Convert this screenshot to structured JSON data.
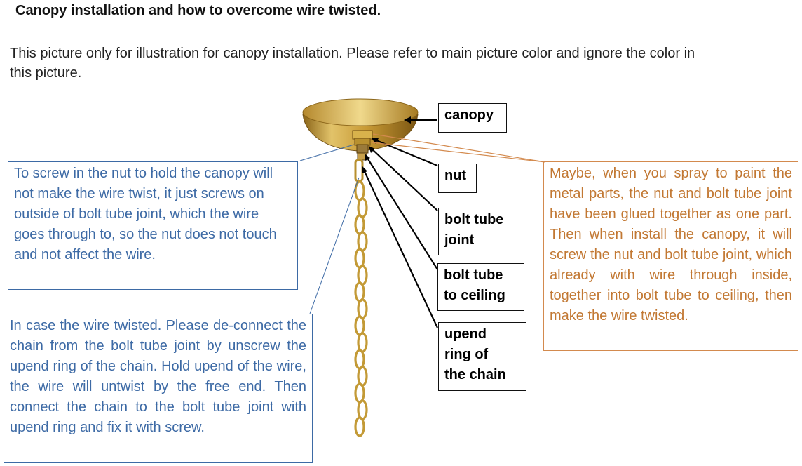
{
  "title": "Canopy installation and how to overcome wire twisted.",
  "intro": "This picture only for illustration for canopy installation. Please refer to main picture color and ignore the color in this picture.",
  "note_nut": "To screw in the nut to hold the canopy will not make the wire twist, it just screws on outside of bolt tube joint, which the wire goes through to, so the nut does not touch and not affect the wire.",
  "note_twisted": "In case the wire twisted. Please de-connect the chain from the bolt tube joint by unscrew the upend ring of the chain. Hold upend of the wire, the wire will untwist by the free end. Then connect the chain to the bolt tube joint with upend ring and fix it with screw.",
  "note_paint": "Maybe, when you spray to paint the metal parts, the nut and bolt tube joint have been glued together as one part.  Then when install the canopy, it will  screw the nut and bolt tube joint, which already with wire through inside, together into bolt tube to ceiling, then make the wire twisted.",
  "labels": {
    "canopy": "canopy",
    "nut": "nut",
    "bolt_tube_joint_1": "bolt tube",
    "bolt_tube_joint_2": "joint",
    "bolt_tube_ceiling_1": "bolt tube",
    "bolt_tube_ceiling_2": "to ceiling",
    "upend_1": "upend",
    "upend_2": "ring of",
    "upend_3": "the chain"
  },
  "colors": {
    "blue_text": "#3d6aa5",
    "orange_text": "#c27833",
    "brass": "#c9a13a"
  }
}
